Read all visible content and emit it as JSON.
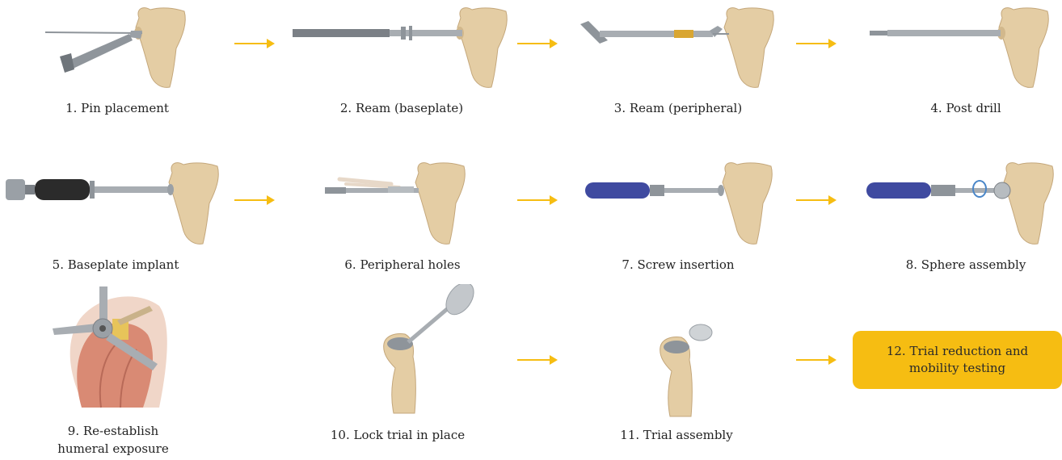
{
  "colors": {
    "arrow": "#f6bd12",
    "highlight": "#f6bd12",
    "bone": "#e4cda4",
    "metal": "#a8adb2",
    "handle_blue": "#3f4aa0",
    "handle_black": "#2b2b2b",
    "muscle": "#d98a74"
  },
  "steps": [
    {
      "label": "1. Pin placement",
      "icon": "pin-placement-illustration"
    },
    {
      "label": "2. Ream (baseplate)",
      "icon": "baseplate-reamer-illustration"
    },
    {
      "label": "3. Ream (peripheral)",
      "icon": "peripheral-reamer-illustration"
    },
    {
      "label": "4. Post drill",
      "icon": "post-drill-illustration"
    },
    {
      "label": "5. Baseplate implant",
      "icon": "baseplate-inserter-illustration"
    },
    {
      "label": "6. Peripheral holes",
      "icon": "drill-guide-illustration"
    },
    {
      "label": "7. Screw insertion",
      "icon": "screwdriver-illustration"
    },
    {
      "label": "8. Sphere assembly",
      "icon": "sphere-assembly-illustration"
    },
    {
      "label_line1": "9. Re-establish",
      "label_line2": "humeral exposure",
      "icon": "humeral-exposure-illustration"
    },
    {
      "label": "10. Lock trial in place",
      "icon": "lock-trial-illustration"
    },
    {
      "label": "11. Trial assembly",
      "icon": "trial-assembly-illustration"
    },
    {
      "label_line1": "12. Trial reduction and",
      "label_line2": "mobility testing"
    }
  ]
}
